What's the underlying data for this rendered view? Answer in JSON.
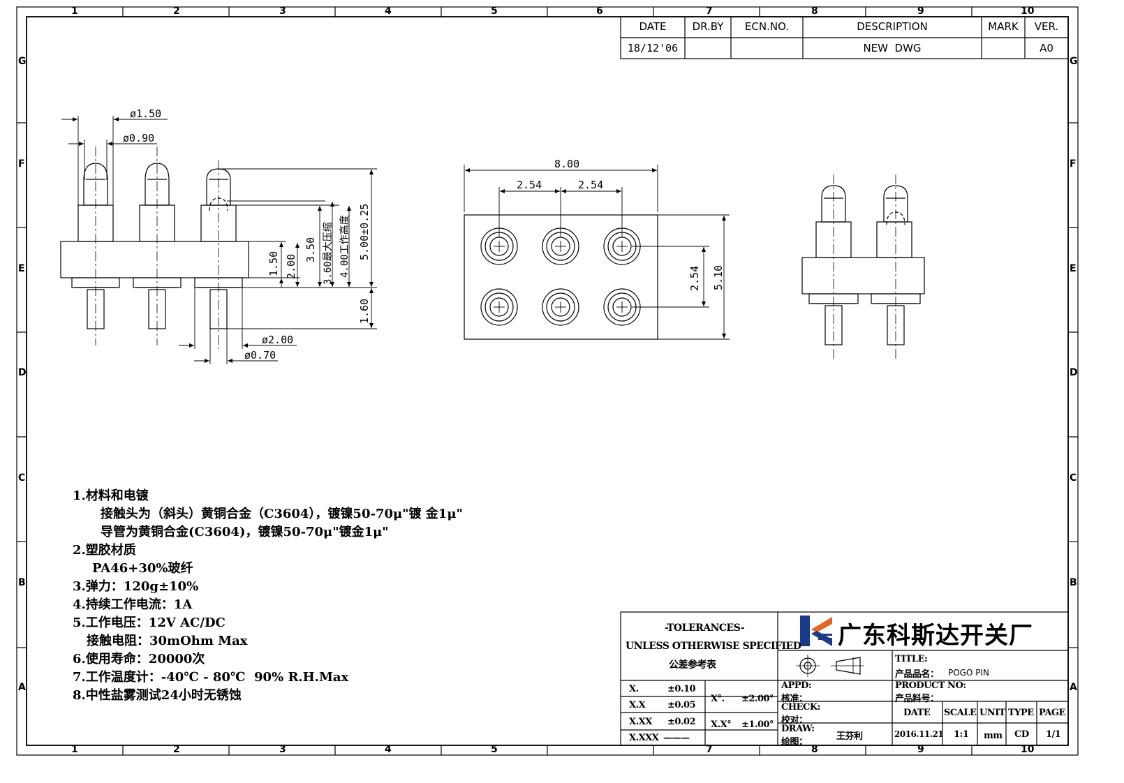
{
  "zones": {
    "cols": [
      "1",
      "2",
      "3",
      "4",
      "5",
      "6",
      "7",
      "8",
      "9",
      "10"
    ],
    "rows": [
      "G",
      "F",
      "E",
      "D",
      "C",
      "B",
      "A"
    ]
  },
  "revision": {
    "headers": {
      "date": "DATE",
      "drby": "DR.BY",
      "ecn": "ECN.NO.",
      "desc": "DESCRIPTION",
      "mark": "MARK",
      "ver": "VER."
    },
    "row": {
      "date": "18/12'06",
      "drby": "",
      "ecn": "",
      "desc": "NEW  DWG",
      "mark": "",
      "ver": "A0"
    }
  },
  "dimensions": {
    "d150": "ø1.50",
    "d090": "ø0.90",
    "d200": "ø2.00",
    "d070": "ø0.70",
    "h150": "1.50",
    "h200": "2.00",
    "h350": "3.50",
    "h360": "3.60最大压缩",
    "h400": "4.00工作高度",
    "h500": "5.00±0.25",
    "h160": "1.60",
    "w800": "8.00",
    "w254a": "2.54",
    "w254b": "2.54",
    "v254": "2.54",
    "v510": "5.10"
  },
  "notes": [
    "1.材料和电镀",
    "接触头为（斜头）黄铜合金（C3604），镀镍50-70μ\"镀 金1μ\"",
    "导管为黄铜合金(C3604)，镀镍50-70μ\"镀金1μ\"",
    "2.塑胶材质",
    "PA46+30%玻纤",
    "3.弹力：120g±10%",
    "4.持续工作电流：1A",
    "5.工作电压：12V AC/DC",
    "接触电阻：30mOhm Max",
    "6.使用寿命：20000次",
    "7.工作温度计：-40℃ - 80℃  90% R.H.Max",
    "8.中性盐雾测试24小时无锈蚀"
  ],
  "titleblock": {
    "company": "广东科斯达开关厂",
    "tol_title": "-TOLERANCES-",
    "tol_sub": "UNLESS OTHERWISE SPECIFIED",
    "tol_cn": "公差参考表",
    "tol": {
      "x": "X.",
      "x_v": "±0.10",
      "xx": "X.X",
      "xx_v": "±0.05",
      "xxx": "X.XX",
      "xxx_v": "±0.02",
      "xxxx": "X.XXX",
      "xxxx_v": "———",
      "ang1": "X°.",
      "ang1_v": "±2.00°",
      "ang2": "X.X°",
      "ang2_v": "±1.00°"
    },
    "title_label": "TITLE:",
    "product_name_label": "产品品名：",
    "product_name": "POGO PIN",
    "product_no_label": "PRODUCT NO:",
    "product_part_label": "产品料号：",
    "appd": "APPD:",
    "appd_cn": "核准：",
    "check": "CHECK:",
    "check_cn": "校对：",
    "draw": "DRAW:",
    "draw_cn": "绘图：",
    "drawer": "王芬利",
    "hdr_date": "DATE",
    "hdr_scale": "SCALE",
    "hdr_unit": "UNIT",
    "hdr_type": "TYPE",
    "hdr_page": "PAGE",
    "val_date": "2016.11.21",
    "val_scale": "1:1",
    "val_unit": "mm",
    "val_type": "CD",
    "val_page": "1/1"
  },
  "colors": {
    "line": "#000000",
    "logo_blue": "#1a3a8c",
    "logo_orange": "#e8641e"
  }
}
